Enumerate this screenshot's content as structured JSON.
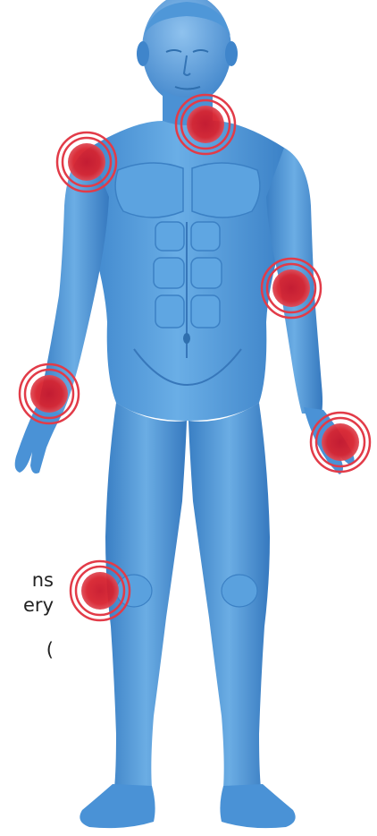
{
  "colors": {
    "skin_base": "#5b9fdc",
    "skin_highlight": "#9cc8ee",
    "skin_shadow": "#2f73b8",
    "pain_core": "#d6202f",
    "pain_ring": "#e23b48"
  },
  "side_text": {
    "line1": "ns",
    "line2": "ery",
    "line3": ")"
  },
  "pain_points": [
    {
      "name": "neck-shoulder"
    },
    {
      "name": "right-shoulder"
    },
    {
      "name": "left-elbow"
    },
    {
      "name": "right-wrist"
    },
    {
      "name": "left-hand"
    },
    {
      "name": "right-knee"
    }
  ]
}
